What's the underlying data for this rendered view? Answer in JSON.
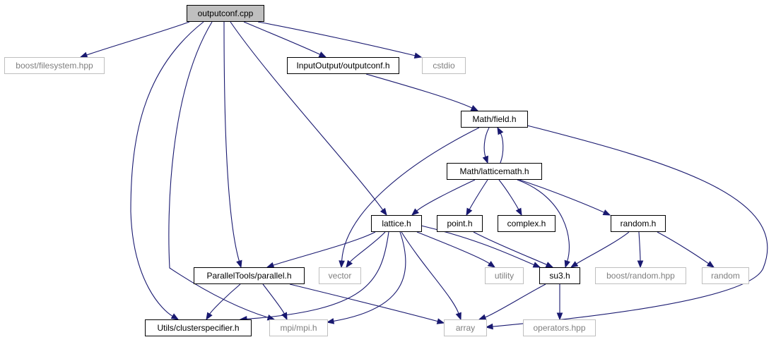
{
  "diagram": {
    "type": "include-dependency-graph",
    "colors": {
      "edge": "#191970",
      "root_fill": "#bfbfbf",
      "node_border": "#000000",
      "external_border": "#bfbfbf",
      "external_text": "#7f7f7f"
    },
    "nodes": [
      {
        "id": "outputconf_cpp",
        "label": "outputconf.cpp",
        "kind": "root"
      },
      {
        "id": "boost_filesystem",
        "label": "boost/filesystem.hpp",
        "kind": "external"
      },
      {
        "id": "io_outputconf_h",
        "label": "InputOutput/outputconf.h",
        "kind": "local"
      },
      {
        "id": "cstdio",
        "label": "cstdio",
        "kind": "external"
      },
      {
        "id": "math_field_h",
        "label": "Math/field.h",
        "kind": "local"
      },
      {
        "id": "math_latticemath_h",
        "label": "Math/latticemath.h",
        "kind": "local"
      },
      {
        "id": "lattice_h",
        "label": "lattice.h",
        "kind": "local"
      },
      {
        "id": "point_h",
        "label": "point.h",
        "kind": "local"
      },
      {
        "id": "complex_h",
        "label": "complex.h",
        "kind": "local"
      },
      {
        "id": "random_h",
        "label": "random.h",
        "kind": "local"
      },
      {
        "id": "paralleltools_h",
        "label": "ParallelTools/parallel.h",
        "kind": "local"
      },
      {
        "id": "vector",
        "label": "vector",
        "kind": "external"
      },
      {
        "id": "utility",
        "label": "utility",
        "kind": "external"
      },
      {
        "id": "su3_h",
        "label": "su3.h",
        "kind": "local"
      },
      {
        "id": "boost_random",
        "label": "boost/random.hpp",
        "kind": "external"
      },
      {
        "id": "random",
        "label": "random",
        "kind": "external"
      },
      {
        "id": "utils_cluster_h",
        "label": "Utils/clusterspecifier.h",
        "kind": "local"
      },
      {
        "id": "mpi_h",
        "label": "mpi/mpi.h",
        "kind": "external"
      },
      {
        "id": "array",
        "label": "array",
        "kind": "external"
      },
      {
        "id": "operators_hpp",
        "label": "operators.hpp",
        "kind": "external"
      }
    ],
    "edges": [
      [
        "outputconf_cpp",
        "boost_filesystem"
      ],
      [
        "outputconf_cpp",
        "io_outputconf_h"
      ],
      [
        "outputconf_cpp",
        "cstdio"
      ],
      [
        "outputconf_cpp",
        "lattice_h"
      ],
      [
        "outputconf_cpp",
        "paralleltools_h"
      ],
      [
        "outputconf_cpp",
        "utils_cluster_h"
      ],
      [
        "outputconf_cpp",
        "mpi_h"
      ],
      [
        "io_outputconf_h",
        "math_field_h"
      ],
      [
        "math_field_h",
        "math_latticemath_h"
      ],
      [
        "math_field_h",
        "vector"
      ],
      [
        "math_field_h",
        "array"
      ],
      [
        "math_latticemath_h",
        "math_field_h"
      ],
      [
        "math_latticemath_h",
        "lattice_h"
      ],
      [
        "math_latticemath_h",
        "point_h"
      ],
      [
        "math_latticemath_h",
        "complex_h"
      ],
      [
        "math_latticemath_h",
        "su3_h"
      ],
      [
        "math_latticemath_h",
        "random_h"
      ],
      [
        "lattice_h",
        "paralleltools_h"
      ],
      [
        "lattice_h",
        "vector"
      ],
      [
        "lattice_h",
        "utility"
      ],
      [
        "lattice_h",
        "su3_h"
      ],
      [
        "lattice_h",
        "utils_cluster_h"
      ],
      [
        "lattice_h",
        "mpi_h"
      ],
      [
        "lattice_h",
        "array"
      ],
      [
        "point_h",
        "su3_h"
      ],
      [
        "random_h",
        "su3_h"
      ],
      [
        "random_h",
        "boost_random"
      ],
      [
        "random_h",
        "random"
      ],
      [
        "paralleltools_h",
        "utils_cluster_h"
      ],
      [
        "paralleltools_h",
        "mpi_h"
      ],
      [
        "paralleltools_h",
        "array"
      ],
      [
        "su3_h",
        "array"
      ],
      [
        "su3_h",
        "operators_hpp"
      ]
    ]
  }
}
